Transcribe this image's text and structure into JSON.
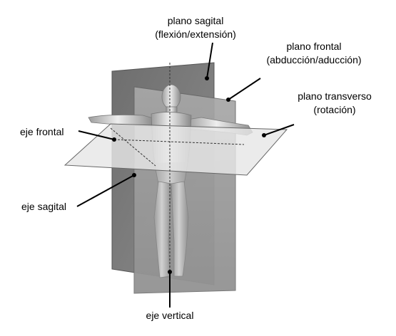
{
  "labels": {
    "plano_sagital": {
      "title": "plano sagital",
      "detail": "(flexión/extensión)"
    },
    "plano_frontal": {
      "title": "plano frontal",
      "detail": "(abducción/aducción)"
    },
    "plano_transverso": {
      "title": "plano transverso",
      "detail": "(rotación)"
    },
    "eje_frontal": "eje frontal",
    "eje_sagital": "eje sagital",
    "eje_vertical": "eje vertical"
  },
  "colors": {
    "sagittal_plane": "#7a7a7a",
    "frontal_plane": "#9a9a9a",
    "transverse_plane": "#e6e6e6",
    "body": "#d9d9d9",
    "leader_line": "#000000"
  }
}
